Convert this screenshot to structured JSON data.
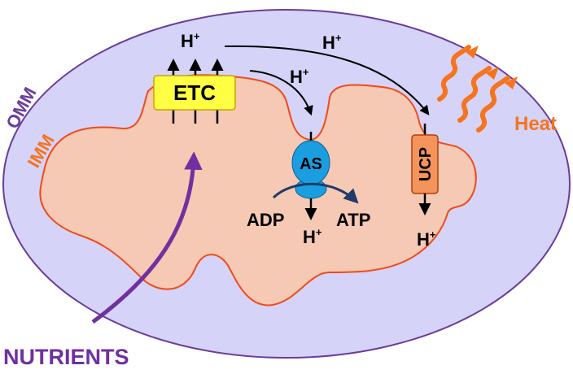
{
  "labels": {
    "omm": "OMM",
    "imm": "IMM",
    "etc": "ETC",
    "as": "AS",
    "ucp": "UCP",
    "heat": "Heat",
    "nutrients": "NUTRIENTS",
    "adp": "ADP",
    "atp": "ATP",
    "h_top": "H",
    "h_mid": "H",
    "h_right": "H",
    "h_as_bottom": "H",
    "h_ucp_bottom": "H",
    "h_superscript": "+"
  },
  "colors": {
    "outer_membrane_fill": "#d5d3f7",
    "outer_membrane_stroke": "#6a3d9a",
    "inner_membrane_fill": "#f6c9b4",
    "inner_membrane_stroke": "#f04a1a",
    "etc_fill": "#ffff44",
    "as_fill": "#1a9ee0",
    "ucp_fill": "#f4935a",
    "heat": "#f5741f",
    "nutrients": "#7030a0",
    "atp_arrow": "#213a6b",
    "text": "#000000"
  }
}
